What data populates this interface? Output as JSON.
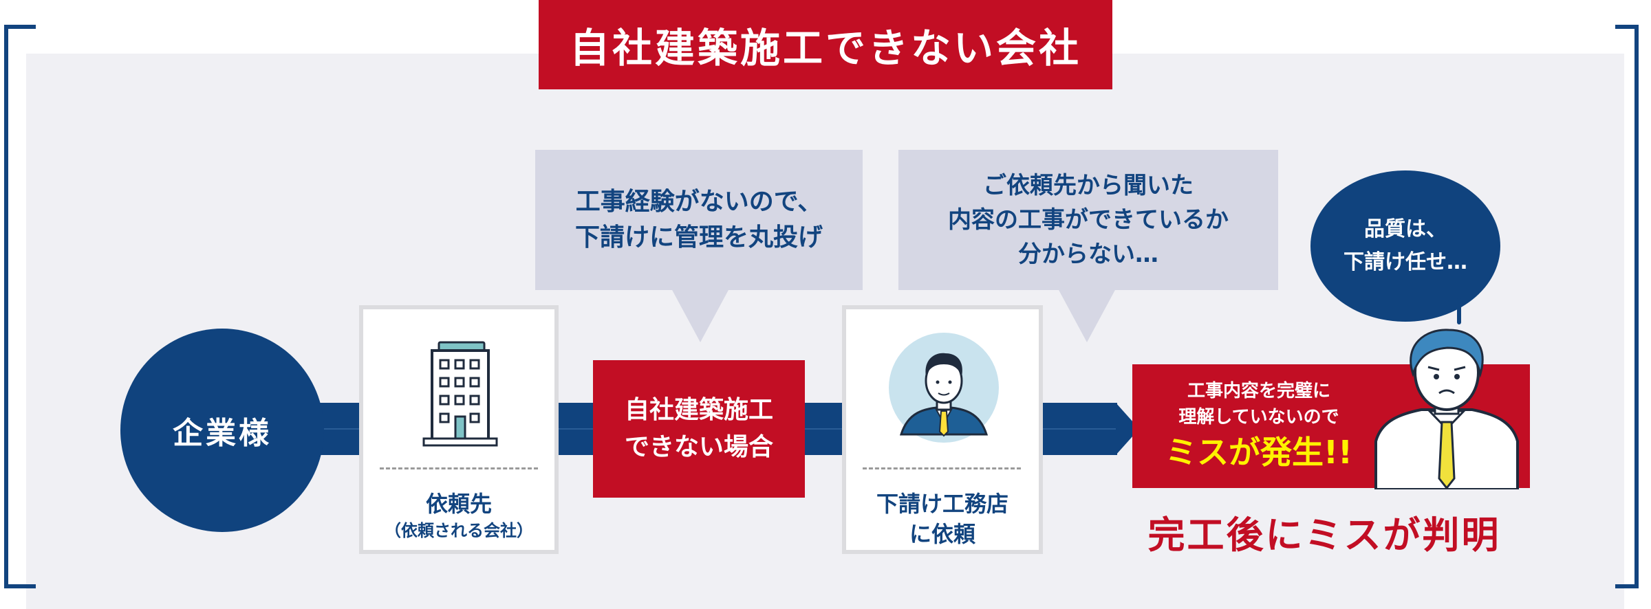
{
  "header": {
    "title": "自社建築施工できない会社"
  },
  "client": {
    "label": "企業様"
  },
  "requester_card": {
    "label_main": "依頼先",
    "label_sub": "（依頼される会社）"
  },
  "situation_box": {
    "line1": "自社建築施工",
    "line2": "できない場合"
  },
  "bubble_left": {
    "line1": "工事経験がないので、",
    "line2": "下請けに管理を丸投げ"
  },
  "bubble_middle": {
    "line1": "ご依頼先から聞いた",
    "line2": "内容の工事ができているか",
    "line3": "分からない…"
  },
  "subcontract_card": {
    "line1": "下請け工務店",
    "line2": "に依頼"
  },
  "result_box": {
    "line1": "工事内容を完璧に",
    "line2": "理解していないので",
    "highlight": "ミスが発生!!"
  },
  "thought_bubble": {
    "line1": "品質は、",
    "line2": "下請け任せ…"
  },
  "conclusion": {
    "text": "完工後にミスが判明"
  },
  "colors": {
    "navy": "#10437e",
    "red": "#c20e24",
    "yellow": "#fff200",
    "bubble_gray": "#d6d7e4",
    "panel": "#f0f0f4"
  },
  "icons": [
    "building-icon",
    "businessman-avatar-icon",
    "worried-man-icon",
    "arrow-right-icon"
  ]
}
